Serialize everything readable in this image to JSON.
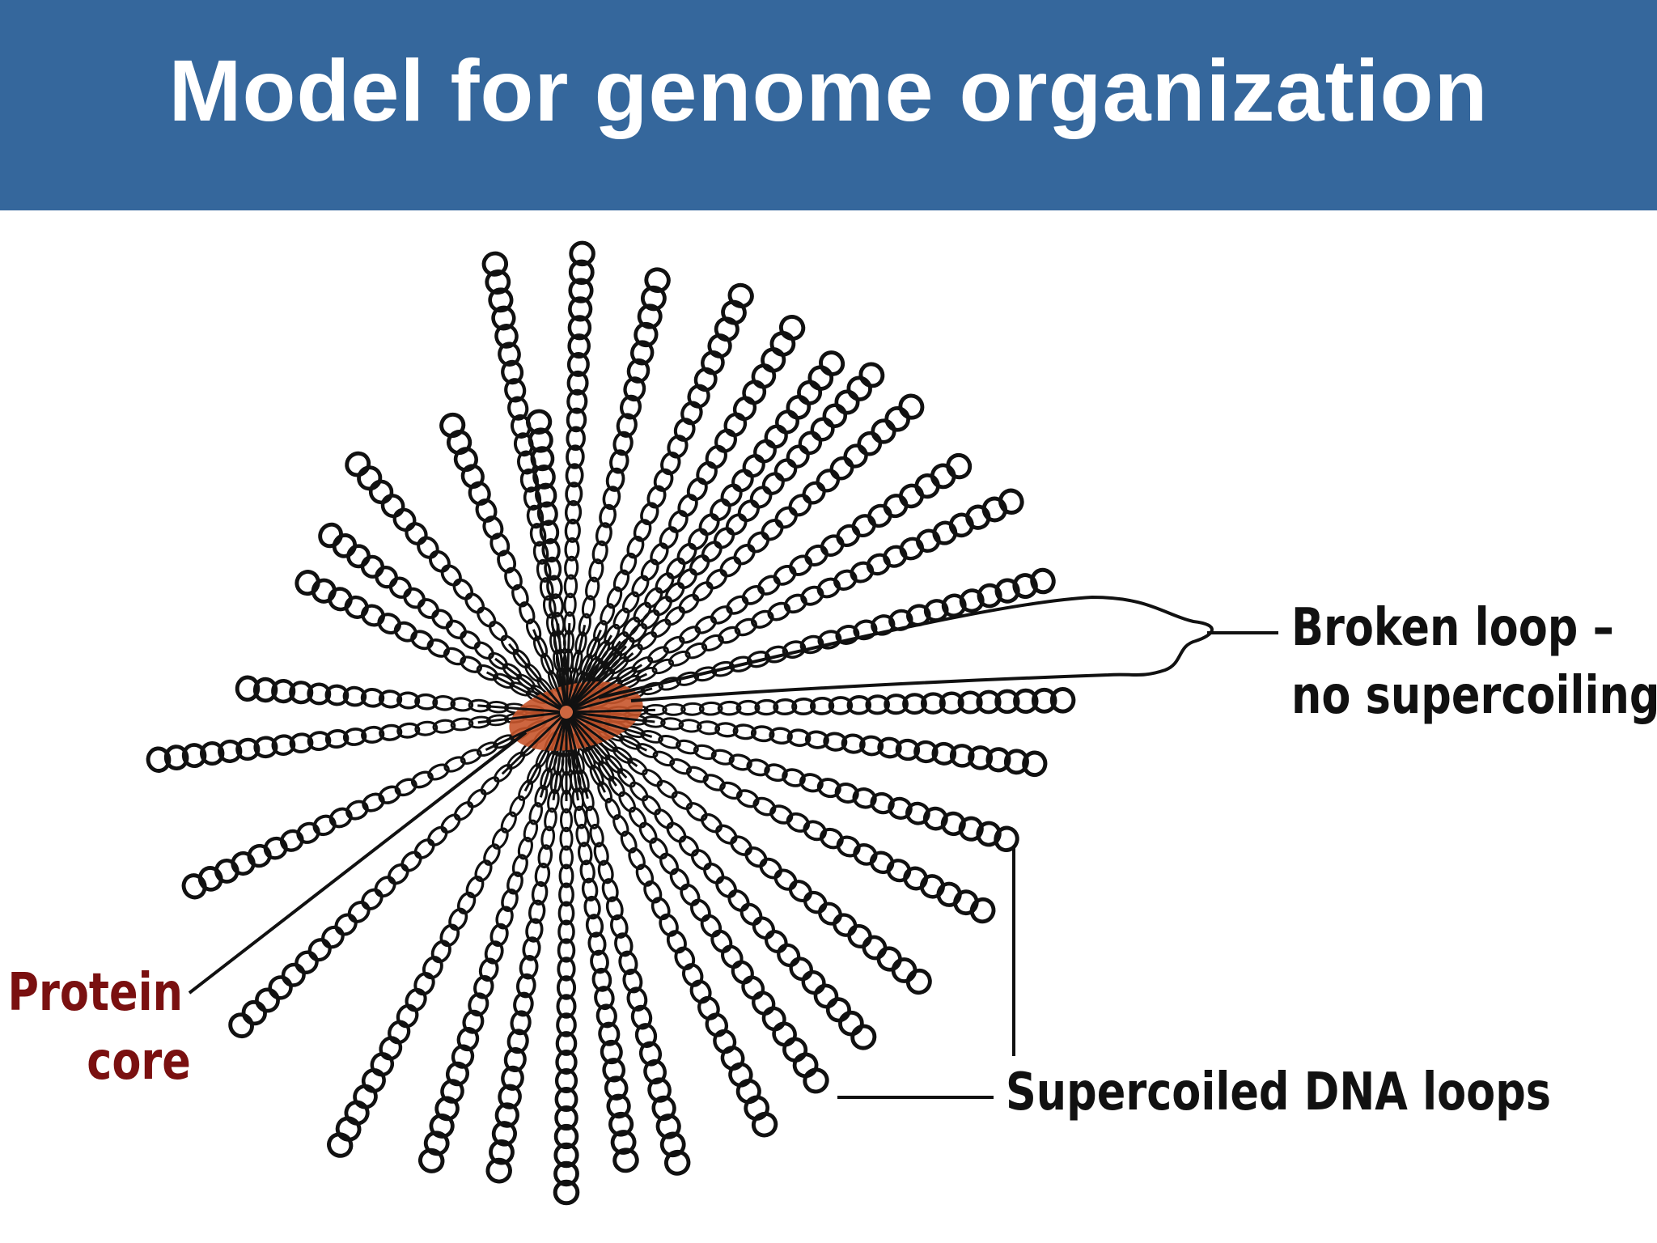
{
  "slide": {
    "title": "Model for genome organization"
  },
  "diagram": {
    "labels": {
      "broken_loop_line1": "Broken loop –",
      "broken_loop_line2": "no supercoiling",
      "supercoiled": "Supercoiled DNA loops",
      "protein_line1": "Protein",
      "protein_line2": "core"
    },
    "colors": {
      "header": "#35679c",
      "core": "#c8552b",
      "coil": "#111111",
      "protein_label": "#7a1010"
    }
  }
}
